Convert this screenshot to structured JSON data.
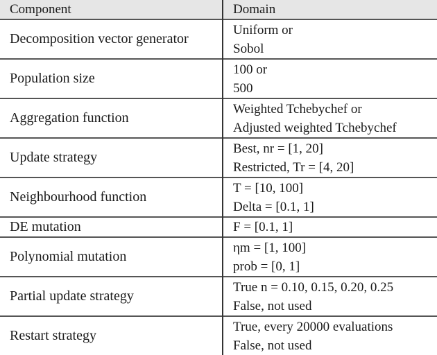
{
  "table": {
    "headers": [
      "Component",
      "Domain"
    ],
    "rows": [
      {
        "component": "Decomposition vector generator",
        "domain": [
          "Uniform or",
          "Sobol"
        ]
      },
      {
        "component": "Population size",
        "domain": [
          "100 or",
          "500"
        ]
      },
      {
        "component": "Aggregation function",
        "domain": [
          "Weighted Tchebychef or",
          "Adjusted weighted Tchebychef"
        ]
      },
      {
        "component": "Update strategy",
        "domain": [
          "Best, nr = [1, 20]",
          "Restricted, Tr = [4, 20]"
        ]
      },
      {
        "component": "Neighbourhood function",
        "domain": [
          "T = [10, 100]",
          "Delta = [0.1, 1]"
        ]
      },
      {
        "component": "DE mutation",
        "domain": [
          "F = [0.1, 1]"
        ]
      },
      {
        "component": "Polynomial mutation",
        "domain": [
          "ηm = [1, 100]",
          "prob = [0, 1]"
        ]
      },
      {
        "component": "Partial update strategy",
        "domain": [
          "True n = 0.10, 0.15, 0.20, 0.25",
          "False, not used"
        ]
      },
      {
        "component": "Restart strategy",
        "domain": [
          "True, every 20000 evaluations",
          "False, not used"
        ]
      }
    ]
  },
  "colors": {
    "header_bg": "#e6e6e6",
    "rule": "#555555",
    "text": "#1a1a1a"
  }
}
